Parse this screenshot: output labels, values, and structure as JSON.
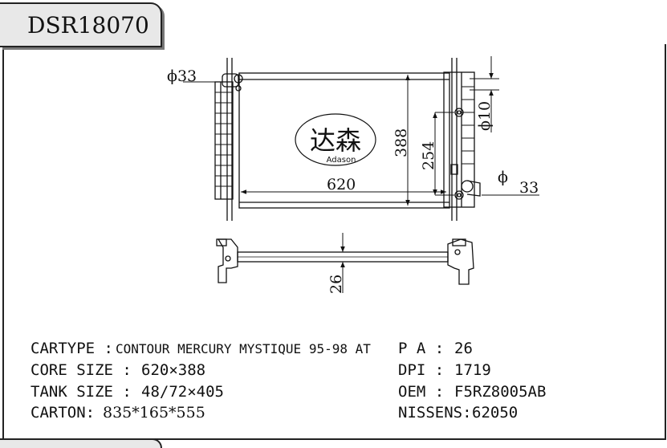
{
  "part_code": "DSR18070",
  "drawing": {
    "dim_inlet": "ϕ33",
    "dim_outlet_phi": "ϕ",
    "dim_outlet": "33",
    "dim_small_pipe": "ϕ10",
    "dim_width": "620",
    "dim_height": "388",
    "dim_core": "254",
    "dim_thickness": "26",
    "logo_cn": "达森",
    "logo_en": "Adason"
  },
  "specs": {
    "cartype_label": "CARTYPE :",
    "cartype_value": "CONTOUR MERCURY MYSTIQUE 95-98 AT",
    "core_label": "CORE SIZE :",
    "core_value": "620×388",
    "tank_label": "TANK SIZE :",
    "tank_value": "48/72×405",
    "carton_label": "CARTON:",
    "carton_value": "835*165*555",
    "pa_label": "P A :",
    "pa_value": "26",
    "dpi_label": "DPI :",
    "dpi_value": "1719",
    "oem_label": "OEM :",
    "oem_value": "F5RZ8005AB",
    "nissens_label": "NISSENS:",
    "nissens_value": "62050"
  }
}
